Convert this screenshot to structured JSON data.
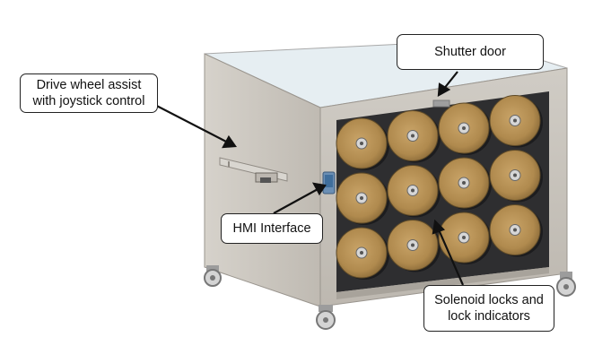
{
  "callouts": {
    "shutter_door": "Shutter door",
    "drive_wheel_line1": "Drive wheel assist",
    "drive_wheel_line2": "with joystick control",
    "hmi_interface": "HMI Interface",
    "solenoid_line1": "Solenoid locks and",
    "solenoid_line2": "lock indicators"
  },
  "colors": {
    "cabinet_side": "#cfcbc4",
    "cabinet_front": "#c7c3bc",
    "cabinet_top": "#e3ecf0",
    "cavity": "#2e2e30",
    "reel": "#b08a4e",
    "reel_hub": "#d6d6d6",
    "hmi_screen": "#3f6e9c"
  },
  "reels": {
    "rows": 3,
    "columns": 4
  }
}
